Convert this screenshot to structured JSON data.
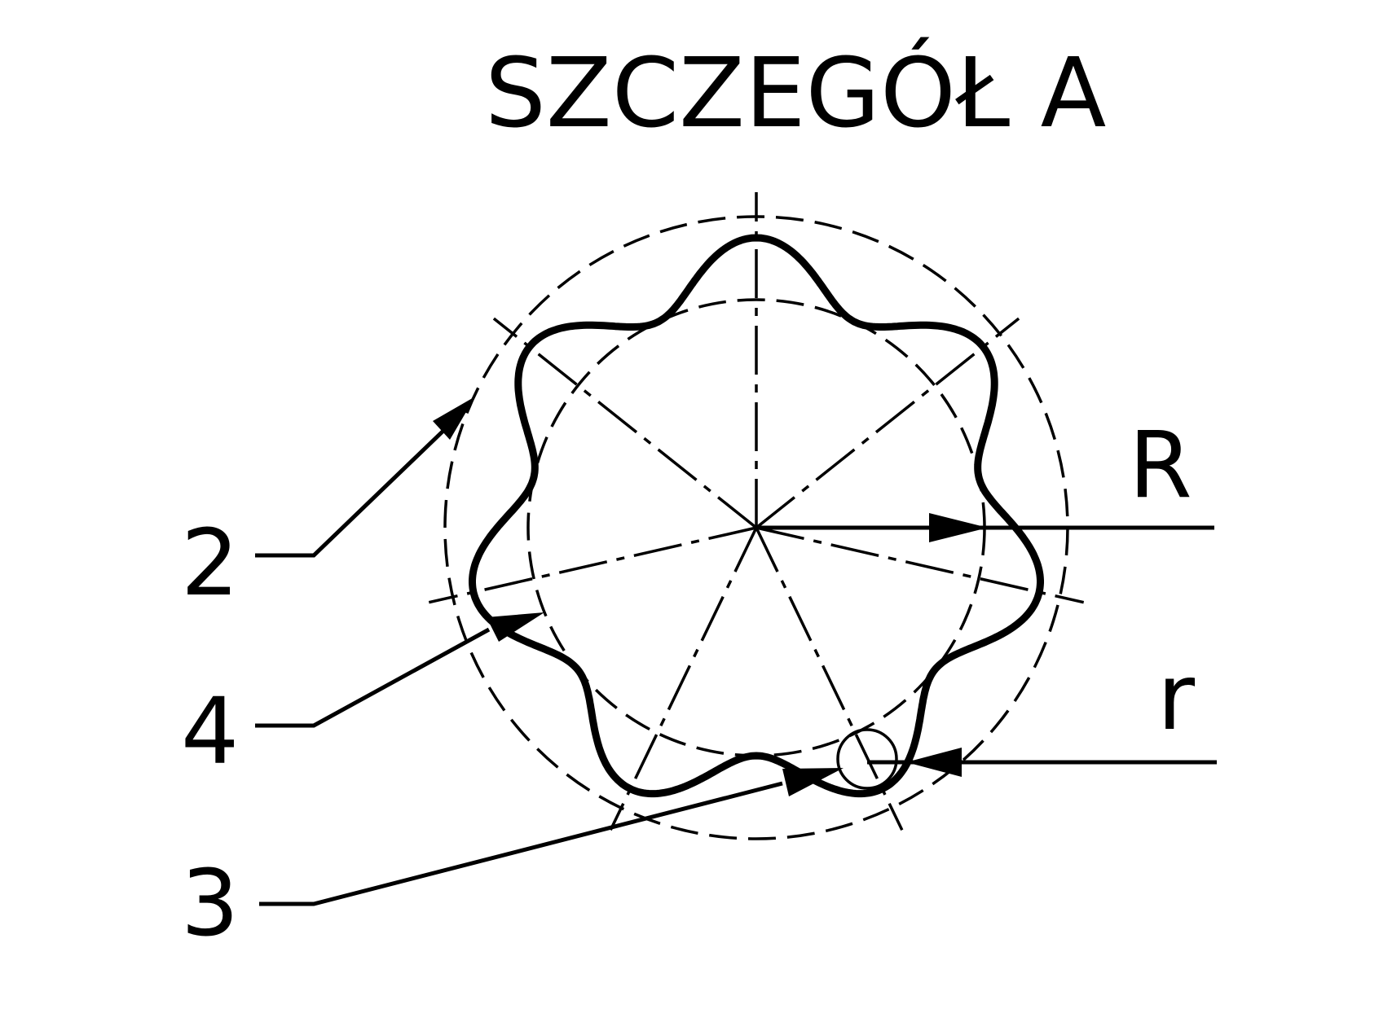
{
  "title": "SZCZEGÓŁ A",
  "labels": {
    "R": "R",
    "r": "r",
    "callout_2": "2",
    "callout_3": "3",
    "callout_4": "4"
  },
  "profile": {
    "lobes": 7
  },
  "colors": {
    "ink": "#000000",
    "background": "#ffffff"
  }
}
